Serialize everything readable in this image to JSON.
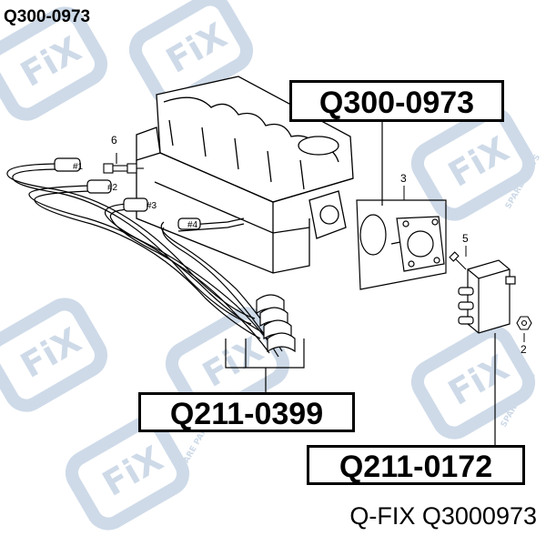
{
  "header": {
    "part_code": "Q300-0973"
  },
  "watermark": {
    "brand": "FiX",
    "tagline": "SPARE PARTS"
  },
  "callouts": {
    "throttle_body": "Q300-0973",
    "ignition_leads": "Q211-0399",
    "ignition_coil": "Q211-0172"
  },
  "item_numbers": {
    "n2": "2",
    "n3": "3",
    "n5": "5",
    "n6": "6"
  },
  "plug_tags": {
    "p1": "#1",
    "p2": "#2",
    "p3": "#3",
    "p4": "#4"
  },
  "footer": {
    "brand": "Q-FIX",
    "code": "Q3000973"
  },
  "colors": {
    "watermark": "#c9d6e6",
    "line": "#000000",
    "background": "#ffffff"
  }
}
